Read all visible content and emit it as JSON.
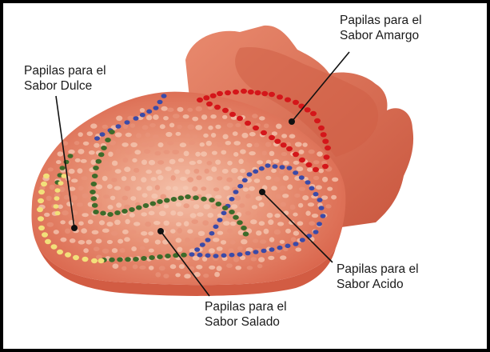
{
  "labels": {
    "amargo": {
      "line1": "Papilas para el",
      "line2": "Sabor Amargo"
    },
    "dulce": {
      "line1": "Papilas para el",
      "line2": "Sabor Dulce"
    },
    "acido": {
      "line1": "Papilas para el",
      "line2": "Sabor Acido"
    },
    "salado": {
      "line1": "Papilas para el",
      "line2": "Sabor Salado"
    }
  },
  "colors": {
    "tongue": "#e47a5e",
    "tongue_dark": "#c9573f",
    "tongue_light": "#f1b39a",
    "bitter_dots": "#d4161a",
    "sweet_dots": "#f2e07a",
    "sour_dots": "#3a4aa8",
    "salty_dots": "#3d6b2a",
    "frame": "#000000"
  }
}
